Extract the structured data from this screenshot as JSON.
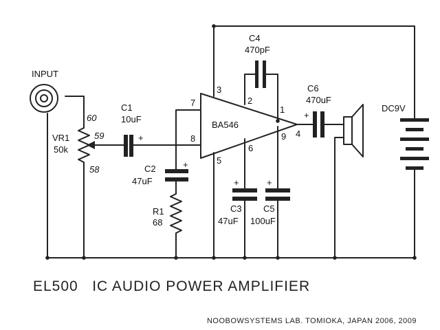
{
  "labels": {
    "input": "INPUT",
    "vr1_name": "VR1",
    "vr1_value": "50k",
    "vr1_pin_top": "60",
    "vr1_pin_wiper": "59",
    "vr1_pin_bottom": "58",
    "c1_name": "C1",
    "c1_value": "10uF",
    "c1_plus": "+",
    "c2_name": "C2",
    "c2_value": "47uF",
    "c2_plus": "+",
    "r1_name": "R1",
    "r1_value": "68",
    "c3_name": "C3",
    "c3_value": "47uF",
    "c3_plus": "+",
    "c4_name": "C4",
    "c4_value": "470pF",
    "c5_name": "C5",
    "c5_value": "100uF",
    "c5_plus": "+",
    "c6_name": "C6",
    "c6_value": "470uF",
    "c6_plus": "+",
    "ic_name": "BA546",
    "battery": "DC9V"
  },
  "pins": {
    "p1": "1",
    "p2": "2",
    "p3": "3",
    "p4": "4",
    "p5": "5",
    "p6": "6",
    "p7": "7",
    "p8": "8",
    "p9": "9"
  },
  "title": "EL500   IC AUDIO POWER AMPLIFIER",
  "credit": "NOOBOWSYSTEMS LAB. TOMIOKA, JAPAN 2006, 2009"
}
